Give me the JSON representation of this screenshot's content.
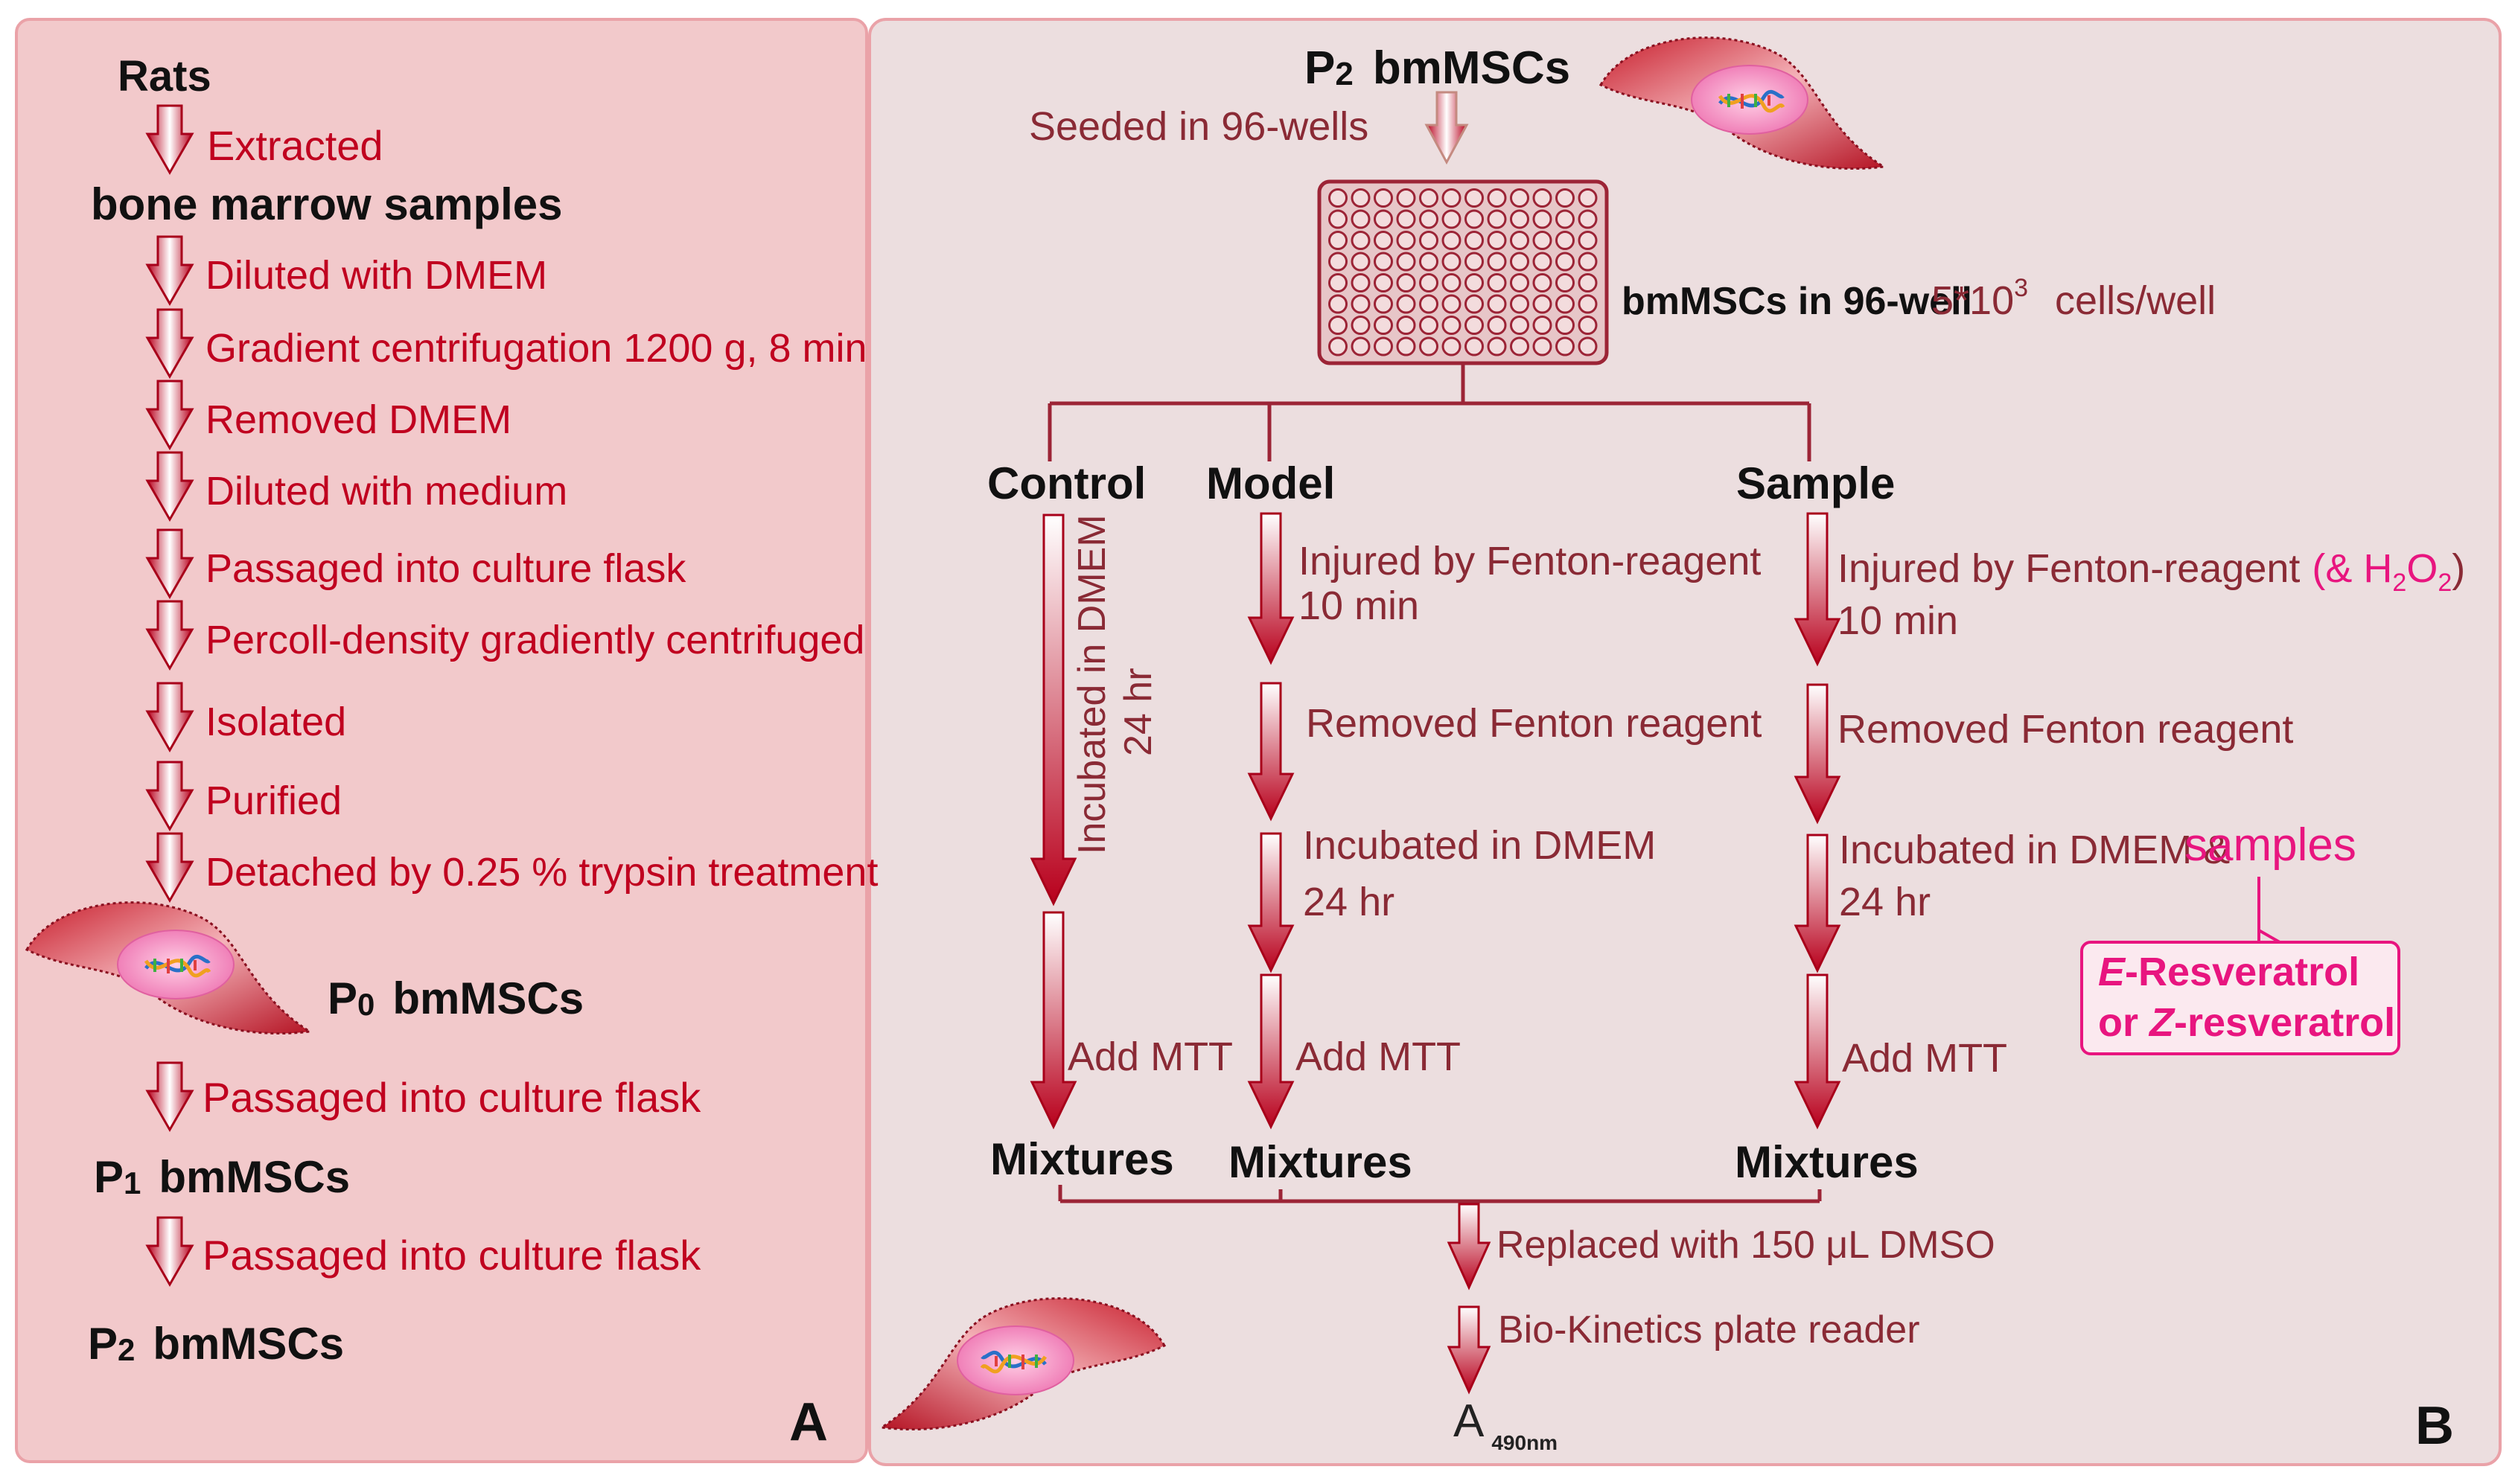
{
  "colors": {
    "panel_a_bg": "#f2c9cb",
    "panel_b_bg": "#ecdedf",
    "panel_border": "#eaa2a8",
    "arrow_red": "#c40022",
    "step_text": "#c0001f",
    "step_text_b": "#8a2a35",
    "highlight_pink": "#e8157f",
    "line": "#9c2436"
  },
  "icons": [
    "down-arrow-icon",
    "cell-icon",
    "dna-icon",
    "well-plate-icon"
  ],
  "panel_a": {
    "letter": "A",
    "rats": "Rats",
    "extracted": "Extracted",
    "bone_marrow": "bone marrow samples",
    "steps": [
      "Diluted with DMEM",
      "Gradient centrifugation 1200 g, 8 min",
      "Removed  DMEM",
      "Diluted with  medium",
      "Passaged into culture flask",
      "Percoll-density gradiently centrifuged",
      "Isolated",
      "Purified",
      "Detached by  0.25 % trypsin treatment"
    ],
    "p0": {
      "prefix": "P",
      "sub": "0",
      "name": "bmMSCs"
    },
    "passage1": "Passaged into culture flask",
    "p1": {
      "prefix": "P",
      "sub": "1",
      "name": "bmMSCs"
    },
    "passage2": "Passaged into culture flask",
    "p2": {
      "prefix": "P",
      "sub": "2",
      "name": "bmMSCs"
    }
  },
  "panel_b": {
    "letter": "B",
    "title": {
      "prefix": "P",
      "sub": "2",
      "name": "bmMSCs"
    },
    "seeded": "Seeded in 96-wells",
    "plate_label": "bmMSCs in 96-well",
    "density": {
      "base": "5*10",
      "exp": "3",
      "unit": "cells/well"
    },
    "groups": {
      "control": {
        "name": "Control",
        "incubated": "Incubated in DMEM",
        "time": "24 hr",
        "add": "Add  MTT",
        "mix": "Mixtures"
      },
      "model": {
        "name": "Model",
        "injured": "Injured by Fenton-reagent",
        "injured_time": "10 min",
        "removed": "Removed Fenton reagent",
        "incubated": "Incubated  in DMEM",
        "time": "24 hr",
        "add": "Add  MTT",
        "mix": "Mixtures"
      },
      "sample": {
        "name": "Sample",
        "injured": "Injured by Fenton-reagent",
        "injured_extra": {
          "open": "(& H",
          "sub1": "2",
          "o": "O",
          "sub2": "2",
          "close": ")"
        },
        "injured_time": "10 min",
        "removed": "Removed Fenton reagent",
        "incubated": "Incubated  in DMEM &",
        "samples": "samples",
        "time": "24 hr",
        "add": "Add  MTT",
        "mix": "Mixtures",
        "callout": {
          "line1_italic": "E",
          "line1_rest": "-Resveratrol",
          "line2_prefix": "or ",
          "line2_italic": "Z",
          "line2_rest": "-resveratrol"
        }
      }
    },
    "dmso": "Replaced with 150 μL DMSO",
    "reader": "Bio-Kinetics plate reader",
    "result": {
      "base": "A",
      "sub": "490nm"
    }
  }
}
